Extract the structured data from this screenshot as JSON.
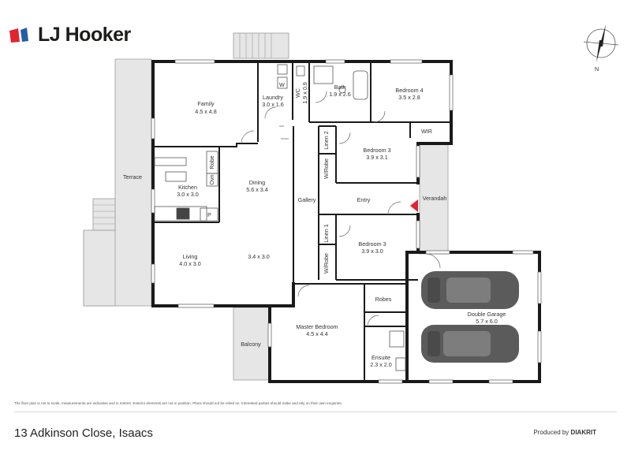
{
  "brand": {
    "name": "LJ Hooker",
    "accent_red": "#e3232d",
    "accent_blue": "#1f5fa8"
  },
  "compass": {
    "label": "N"
  },
  "rooms": {
    "family": {
      "name": "Family",
      "size": "4.5 x 4.8"
    },
    "laundry": {
      "name": "Laundry",
      "size": "3.0 x 1.6"
    },
    "wc": {
      "name": "WC",
      "size": "1.9 x 0.9"
    },
    "bath": {
      "name": "Bath",
      "size": "1.9 x 2.6"
    },
    "bedroom4": {
      "name": "Bedroom 4",
      "size": "3.5 x 2.8"
    },
    "wir": {
      "name": "WIR"
    },
    "linen2": {
      "name": "Linen 2"
    },
    "bedroom3a": {
      "name": "Bedroom 3",
      "size": "3.9 x 3.1"
    },
    "wrobe_a": {
      "name": "W/Robe"
    },
    "robe": {
      "name": "Robe"
    },
    "oven": {
      "name": "Ovn"
    },
    "kitchen": {
      "name": "Kitchen",
      "size": "3.0 x 3.0"
    },
    "pantry": {
      "name": "P"
    },
    "dining": {
      "name": "Dining",
      "size": "5.6 x 3.4"
    },
    "gallery": {
      "name": "Gallery"
    },
    "entry": {
      "name": "Entry"
    },
    "verandah": {
      "name": "Verandah"
    },
    "terrace": {
      "name": "Terrace"
    },
    "linen1": {
      "name": "Linen 1"
    },
    "bedroom3b": {
      "name": "Bedroom 3",
      "size": "3.9 x 3.0"
    },
    "wrobe_b": {
      "name": "W/Robe"
    },
    "living": {
      "name": "Living",
      "size": "4.0 x 3.0"
    },
    "living_ext": {
      "size": "3.4 x 3.0"
    },
    "master": {
      "name": "Master Bedroom",
      "size": "4.5 x 4.4"
    },
    "robes": {
      "name": "Robes"
    },
    "ensuite": {
      "name": "Ensuite",
      "size": "2.3 x 2.0"
    },
    "balcony": {
      "name": "Balcony"
    },
    "garage": {
      "name": "Double Garage",
      "size": "5.7 x 6.0"
    },
    "washer": {
      "name": "W"
    }
  },
  "footer": {
    "disclaimer": "The floor plan is not to scale, measurements are indicative and in metres. Exterior elements are not in position. Plans should not be relied on. Interested parties should make and rely on their own enquiries.",
    "address": "13 Adkinson Close, Isaacs",
    "producer_prefix": "Produced by",
    "producer_name": "DIAKRIT"
  },
  "colors": {
    "wall": "#1a1a1a",
    "outdoor": "#e6e6e6",
    "car": "#5b5b5b",
    "entry_marker": "#e3232d"
  }
}
